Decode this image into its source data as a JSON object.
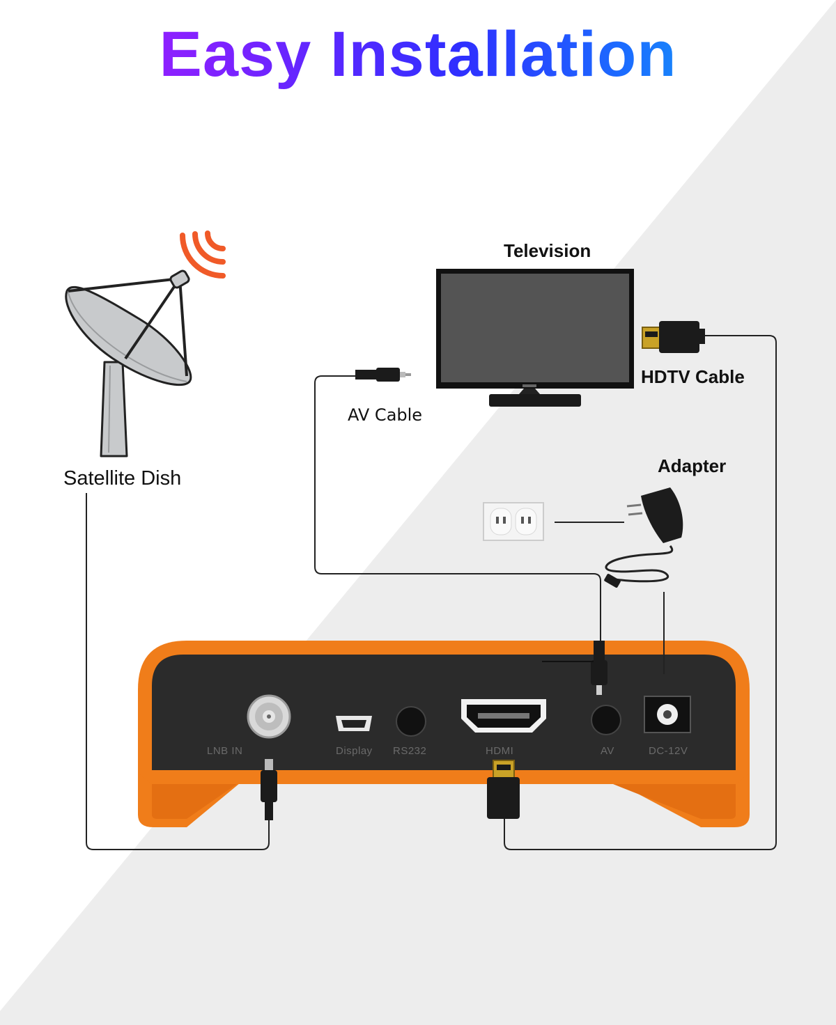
{
  "title": "Easy Installation",
  "labels": {
    "television": "Television",
    "hdtv_cable": "HDTV Cable",
    "av_cable": "AV Cable",
    "adapter": "Adapter",
    "satellite_dish": "Satellite Dish"
  },
  "ports": {
    "lnb_in": "LNB IN",
    "display": "Display",
    "rs232": "RS232",
    "hdmi": "HDMI",
    "av": "AV",
    "dc": "DC-12V"
  },
  "colors": {
    "device_orange": "#f07d1a",
    "device_panel": "#2b2b2b",
    "signal_waves": "#f05a28",
    "background_gray": "#ededed"
  },
  "icons": {
    "satellite": "satellite-dish-icon",
    "signal": "signal-waves-icon",
    "tv": "television-icon",
    "outlet": "wall-outlet-icon",
    "adapter": "power-adapter-icon"
  }
}
